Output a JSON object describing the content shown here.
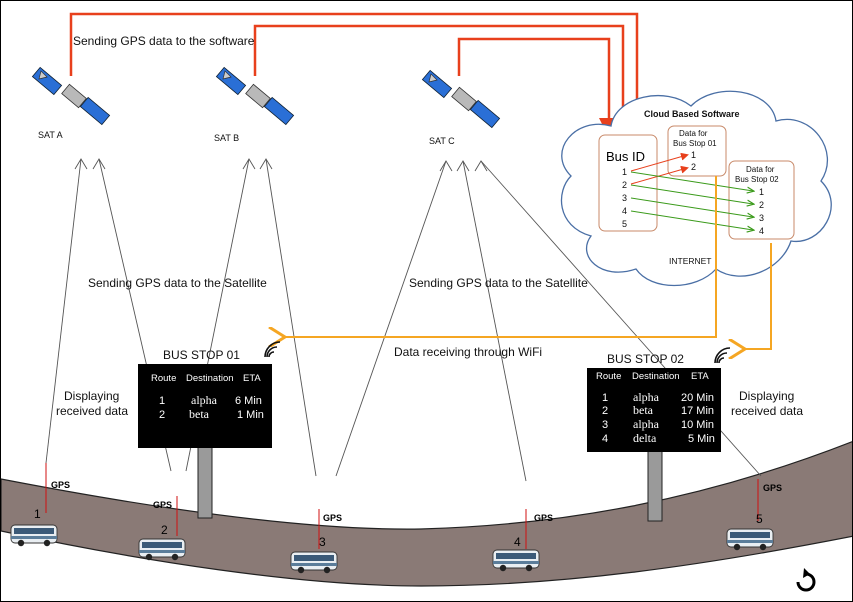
{
  "satellites": [
    {
      "label": "SAT A"
    },
    {
      "label": "SAT B"
    },
    {
      "label": "SAT C"
    }
  ],
  "labels": {
    "sending_software": "Sending GPS data to the software",
    "sending_satellite_left": "Sending GPS data to the Satellite",
    "sending_satellite_right": "Sending GPS data to the Satellite",
    "wifi": "Data receiving through WiFi",
    "displaying_left_1": "Displaying",
    "displaying_left_2": "received data",
    "displaying_right_1": "Displaying",
    "displaying_right_2": "received data",
    "gps": "GPS"
  },
  "cloud": {
    "title": "Cloud Based Software",
    "internet": "INTERNET",
    "busid_title": "Bus ID",
    "busid_items": [
      "1",
      "2",
      "3",
      "4",
      "5"
    ],
    "stop1_title_1": "Data for",
    "stop1_title_2": "Bus Stop 01",
    "stop1_items": [
      "1",
      "2"
    ],
    "stop2_title_1": "Data for",
    "stop2_title_2": "Bus Stop 02",
    "stop2_items": [
      "1",
      "2",
      "3",
      "4"
    ]
  },
  "bus_stop_01": {
    "title": "BUS STOP 01",
    "headers": [
      "Route",
      "Destination",
      "ETA"
    ],
    "rows": [
      {
        "route": "1",
        "dest": "alpha",
        "eta": "6 Min"
      },
      {
        "route": "2",
        "dest": "beta",
        "eta": "1 Min"
      }
    ]
  },
  "bus_stop_02": {
    "title": "BUS STOP 02",
    "headers": [
      "Route",
      "Destination",
      "ETA"
    ],
    "rows": [
      {
        "route": "1",
        "dest": "alpha",
        "eta": "20 Min"
      },
      {
        "route": "2",
        "dest": "beta",
        "eta": "17 Min"
      },
      {
        "route": "3",
        "dest": "alpha",
        "eta": "10 Min"
      },
      {
        "route": "4",
        "dest": "delta",
        "eta": "5 Min"
      }
    ]
  },
  "buses": [
    {
      "number": "1"
    },
    {
      "number": "2"
    },
    {
      "number": "3"
    },
    {
      "number": "4"
    },
    {
      "number": "5"
    }
  ],
  "colors": {
    "red": "#e8401c",
    "orange": "#f5a623",
    "green": "#3a9a1a",
    "road": "#8a7a76",
    "cloud_stroke": "#4a6fa5"
  },
  "icons": {
    "replay": "replay-icon"
  }
}
